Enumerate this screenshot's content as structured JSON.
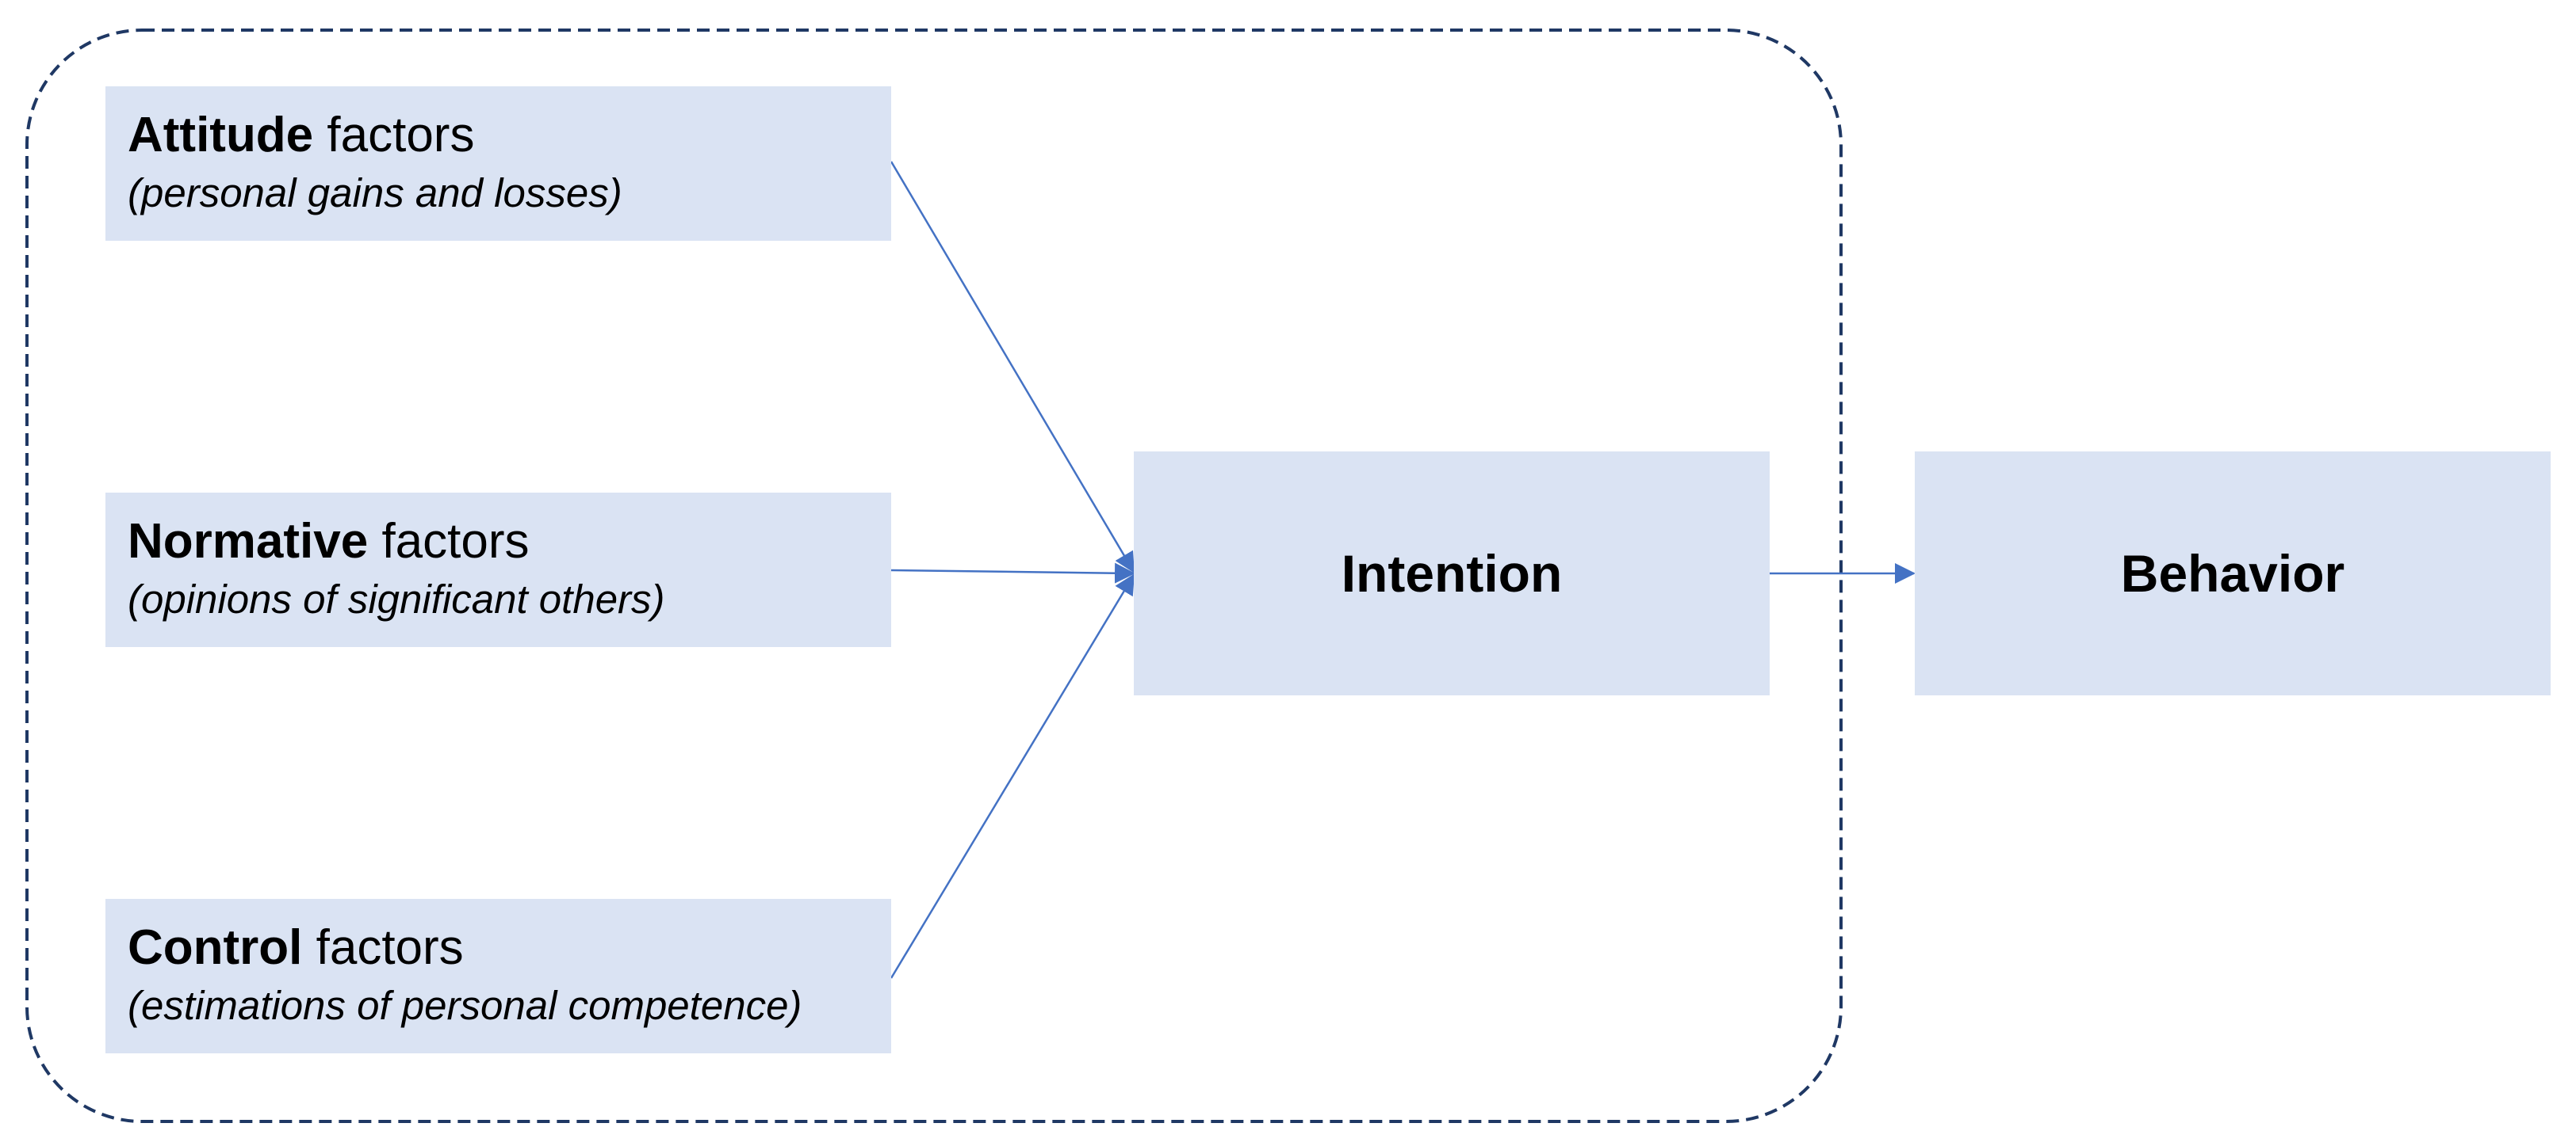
{
  "factors": [
    {
      "bold": "Attitude",
      "rest": " factors",
      "sub": "(personal gains and losses)"
    },
    {
      "bold": "Normative",
      "rest": " factors",
      "sub": "(opinions of significant others)"
    },
    {
      "bold": "Control",
      "rest": " factors",
      "sub": "(estimations of personal competence)"
    }
  ],
  "intention": "Intention",
  "behavior": "Behavior",
  "colors": {
    "box_fill": "#dae3f3",
    "arrow": "#4472c4",
    "dashed_border": "#1f3864",
    "text": "#000000"
  }
}
